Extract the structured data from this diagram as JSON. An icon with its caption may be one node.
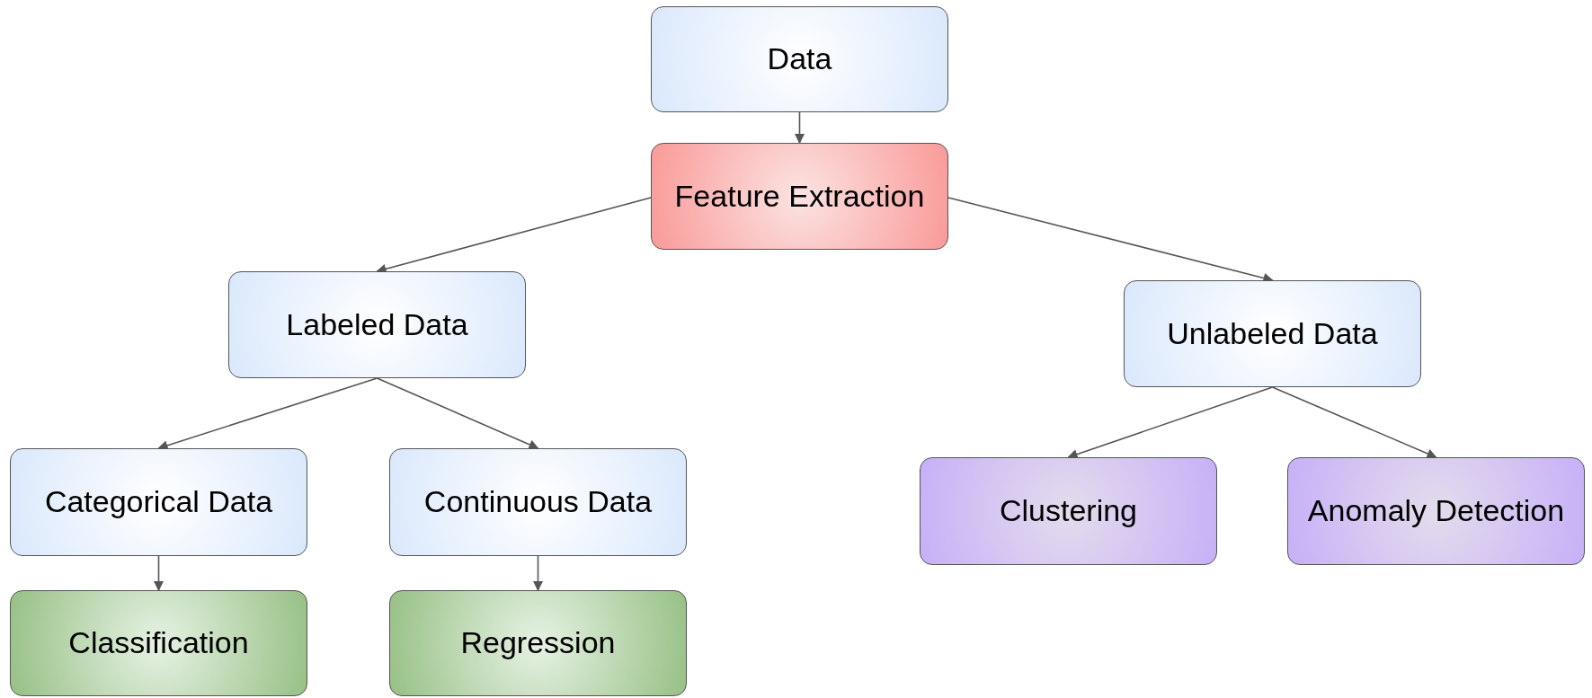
{
  "diagram": {
    "nodes": [
      {
        "text": [
          "Data"
        ]
      },
      {
        "text": [
          "Feature Extraction"
        ]
      },
      {
        "text": [
          "Labeled Data"
        ]
      },
      {
        "text": [
          "Unlabeled Data"
        ]
      },
      {
        "text": [
          "Categorical Data"
        ]
      },
      {
        "text": [
          "Continuous Data"
        ]
      },
      {
        "text": [
          "Clustering"
        ]
      },
      {
        "text": [
          "Anomaly Detection"
        ]
      },
      {
        "text": [
          "Classification"
        ]
      },
      {
        "text": [
          "Regression"
        ]
      }
    ],
    "edges": [
      {
        "from": 0,
        "to": 1,
        "arrow": "to"
      },
      {
        "from": 1,
        "to": 2,
        "arrow": "to"
      },
      {
        "from": 1,
        "to": 3,
        "arrow": "to"
      },
      {
        "from": 2,
        "to": 4,
        "arrow": "to"
      },
      {
        "from": 2,
        "to": 5,
        "arrow": "to"
      },
      {
        "from": 3,
        "to": 6,
        "arrow": "to"
      },
      {
        "from": 3,
        "to": 7,
        "arrow": "to"
      },
      {
        "from": 4,
        "to": 8,
        "arrow": "to"
      },
      {
        "from": 5,
        "to": 9,
        "arrow": "to"
      }
    ]
  }
}
